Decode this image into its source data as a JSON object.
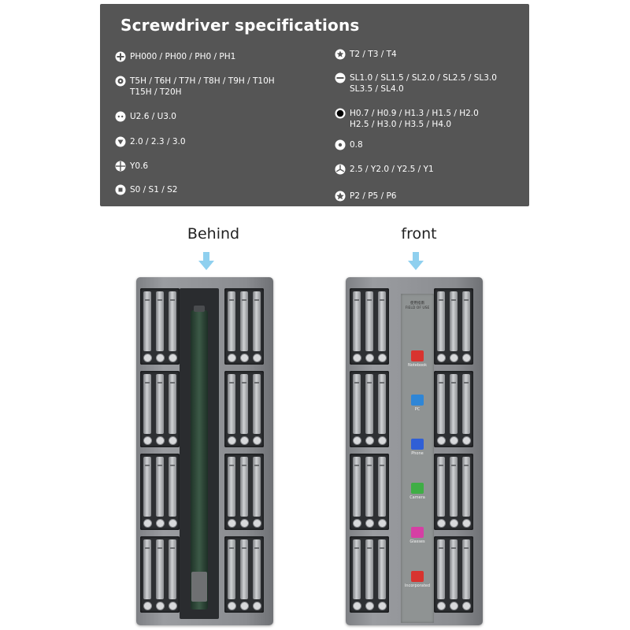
{
  "spec_panel": {
    "title": "Screwdriver specifications",
    "left_column": [
      {
        "icon": "phillips-icon",
        "text": "PH000 / PH00 / PH0 / PH1"
      },
      {
        "icon": "torx-h-icon",
        "text": "T5H / T6H / T7H / T8H / T9H / T10H\nT15H / T20H"
      },
      {
        "icon": "u-type-icon",
        "text": "U2.6 / U3.0"
      },
      {
        "icon": "triangle-icon",
        "text": "2.0 / 2.3 / 3.0"
      },
      {
        "icon": "y-type-icon",
        "text": "Y0.6"
      },
      {
        "icon": "square-icon",
        "text": "S0 / S1 / S2"
      }
    ],
    "right_column": [
      {
        "icon": "torx-icon",
        "text": "T2 / T3 / T4"
      },
      {
        "icon": "slotted-icon",
        "text": "SL1.0 / SL1.5 / SL2.0 / SL2.5 / SL3.0\nSL3.5 / SL4.0"
      },
      {
        "icon": "hex-icon",
        "text": "H0.7 / H0.9 / H1.3 / H1.5 / H2.0\nH2.5 / H3.0 / H3.5 / H4.0"
      },
      {
        "icon": "pin-icon",
        "text": "0.8"
      },
      {
        "icon": "tri-wing-icon",
        "text": "2.5 / Y2.0 / Y2.5 / Y1"
      },
      {
        "icon": "pentalobe-icon",
        "text": "P2 / P5 / P6"
      }
    ]
  },
  "views": {
    "behind_label": "Behind",
    "front_label": "front"
  },
  "guide_panel": {
    "title": "使用指南\nFIELD OF USE",
    "items": [
      {
        "label": "Notebook",
        "icon": "laptop-icon",
        "color": "#d8332f"
      },
      {
        "label": "PC",
        "icon": "monitor-icon",
        "color": "#2f86d6"
      },
      {
        "label": "Phone",
        "icon": "phone-icon",
        "color": "#2f5fd6"
      },
      {
        "label": "Camera",
        "icon": "camera-icon",
        "color": "#3fae45"
      },
      {
        "label": "Glasses",
        "icon": "glasses-icon",
        "color": "#d53fa4"
      },
      {
        "label": "Incorporated",
        "icon": "chip-icon",
        "color": "#d8332f"
      }
    ]
  },
  "colors": {
    "panel_bg": "#555555",
    "arrow": "#8fd0ef"
  }
}
